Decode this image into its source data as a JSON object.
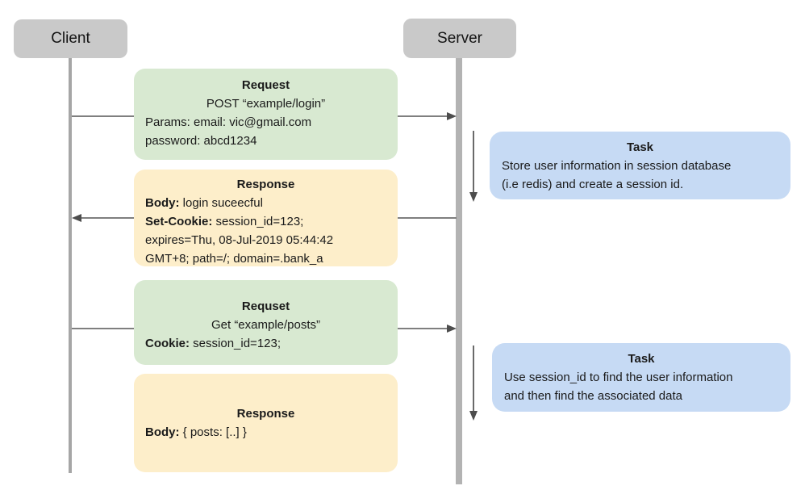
{
  "actors": {
    "client": "Client",
    "server": "Server"
  },
  "colors": {
    "actor_bg": "#c9c9c9",
    "request_bg": "#d8e9d1",
    "response_bg": "#fdeeca",
    "task_bg": "#c6daf4",
    "arrow_line": "#7f7f7f",
    "client_lifeline": "#a6a6a6",
    "server_lifeline": "#b3b3b3"
  },
  "request1": {
    "title": "Request",
    "line1": "POST “example/login”",
    "line2": "Params: email: vic@gmail.com",
    "line3": "password: abcd1234"
  },
  "task1": {
    "title": "Task",
    "line1": "Store user information in session database",
    "line2": "(i.e redis) and create a session id."
  },
  "response1": {
    "title": "Response",
    "body_label": "Body:",
    "body_text": " login suceecful",
    "setcookie_label": "Set-Cookie:",
    "setcookie_text": " session_id=123;",
    "line3": "expires=Thu, 08-Jul-2019 05:44:42",
    "line4": "GMT+8; path=/; domain=.bank_a"
  },
  "request2": {
    "title": "Requset",
    "line1": "Get “example/posts”",
    "cookie_label": "Cookie:",
    "cookie_text": " session_id=123;"
  },
  "task2": {
    "title": "Task",
    "line1": "Use session_id to find the user information",
    "line2": "and then find the associated data"
  },
  "response2": {
    "title": "Response",
    "body_label": "Body:",
    "body_text": " { posts: [..] }"
  }
}
